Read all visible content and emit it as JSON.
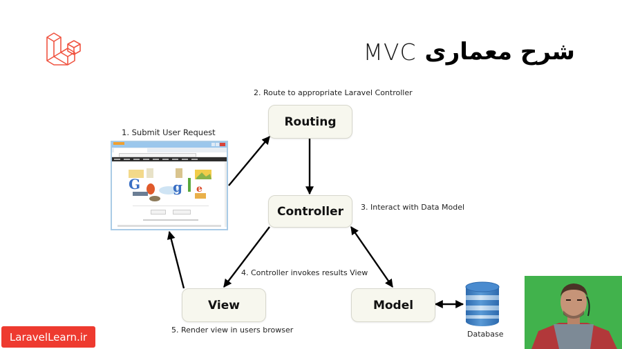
{
  "slide": {
    "title_persian": "شرح معماری",
    "title_latin": "MVC"
  },
  "logo": {
    "name": "laravel-logo",
    "color": "#f05340"
  },
  "diagram": {
    "nodes": {
      "routing": "Routing",
      "controller": "Controller",
      "view": "View",
      "model": "Model",
      "database": "Database"
    },
    "steps": {
      "step1": "1. Submit User Request",
      "step2": "2. Route to appropriate Laravel Controller",
      "step3": "3. Interact with Data Model",
      "step4": "4. Controller invokes results View",
      "step5": "5. Render view in users browser"
    },
    "edges": [
      {
        "from": "browser",
        "to": "routing",
        "direction": "forward"
      },
      {
        "from": "routing",
        "to": "controller",
        "direction": "forward"
      },
      {
        "from": "controller",
        "to": "model",
        "direction": "both"
      },
      {
        "from": "controller",
        "to": "view",
        "direction": "forward"
      },
      {
        "from": "view",
        "to": "browser",
        "direction": "forward"
      },
      {
        "from": "model",
        "to": "database",
        "direction": "both"
      }
    ],
    "colors": {
      "box_fill": "#f7f7ee",
      "box_border": "#d7d7cc",
      "arrow": "#000000",
      "database_blue": "#3d7fc1",
      "database_light": "#a9cbe8"
    }
  },
  "browser_screenshot": {
    "description": "web browser showing Google homepage doodle"
  },
  "brand_badge": {
    "label": "LaravelLearn.ir",
    "color": "#ee3a2f"
  },
  "webcam": {
    "description": "presenter webcam feed on green background"
  }
}
